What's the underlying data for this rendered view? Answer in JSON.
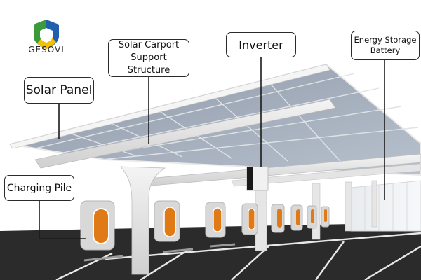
{
  "brand": {
    "logo_icon": "shield-logo-icon",
    "name": "GESOVI"
  },
  "labels": {
    "solar_panel": "Solar Panel",
    "support_line1": "Solar Carport",
    "support_line2": "Support Structure",
    "inverter": "Inverter",
    "battery_line1": "Energy Storage",
    "battery_line2": "Battery",
    "charging_pile": "Charging Pile"
  },
  "colors": {
    "logo_blue": "#1f5fae",
    "logo_green": "#3c9a3a",
    "logo_yellow": "#f2c200",
    "charger_orange": "#e07a16",
    "ground": "#2b2b2b"
  }
}
